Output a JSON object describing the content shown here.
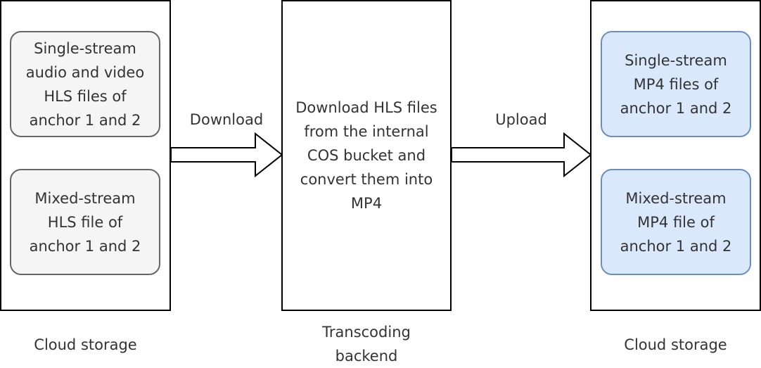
{
  "left_storage": {
    "nodes": [
      "Single-stream\naudio and video\nHLS files of\nanchor 1 and 2",
      "Mixed-stream\nHLS file of\nanchor 1 and 2"
    ],
    "caption": "Cloud storage"
  },
  "middle": {
    "text": "Download HLS files\nfrom the internal\nCOS bucket and\nconvert them into\nMP4",
    "caption": "Transcoding\nbackend"
  },
  "right_storage": {
    "nodes": [
      "Single-stream\nMP4 files of\nanchor 1 and 2",
      "Mixed-stream\nMP4 file of\nanchor 1 and 2"
    ],
    "caption": "Cloud storage"
  },
  "arrows": {
    "download_label": "Download",
    "upload_label": "Upload"
  }
}
